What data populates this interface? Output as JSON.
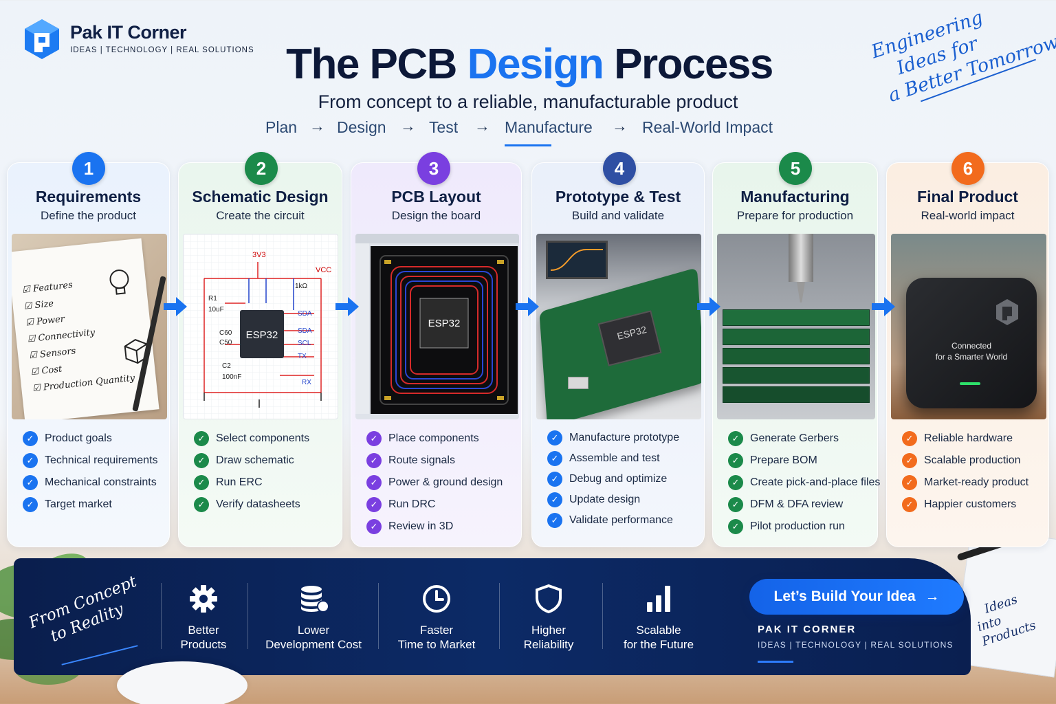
{
  "brand": {
    "name": "Pak IT Corner",
    "tagline": "IDEAS | TECHNOLOGY | REAL SOLUTIONS",
    "logo_icon": "pak-it-corner-logo-icon"
  },
  "header": {
    "title_pre": "The PCB ",
    "title_highlight": "Design",
    "title_post": " Process",
    "subtitle": "From concept to a reliable, manufacturable product",
    "flow": [
      "Plan",
      "Design",
      "Test",
      "Manufacture",
      "Real-World Impact"
    ],
    "flow_arrow": "→",
    "active_flow": "Manufacture"
  },
  "slogan": [
    "Engineering",
    "Ideas for",
    "a Better Tomorrow"
  ],
  "colors": {
    "accent": "#1a73f0",
    "step1": "#1a73f0",
    "step2": "#1b8a4a",
    "step3": "#7a3fe0",
    "step4": "#2f4fa3",
    "step5": "#1b8a4a",
    "step6": "#f26b1d",
    "band": "#0b2560"
  },
  "steps": [
    {
      "number": "1",
      "title": "Requirements",
      "subtitle": "Define the product",
      "image": {
        "checklist": [
          "Features",
          "Size",
          "Power",
          "Connectivity",
          "Sensors",
          "Cost",
          "Production Quantity"
        ]
      },
      "items": [
        "Product goals",
        "Technical requirements",
        "Mechanical constraints",
        "Target market"
      ]
    },
    {
      "number": "2",
      "title": "Schematic Design",
      "subtitle": "Create the circuit",
      "image": {
        "chip": "ESP32",
        "labels": [
          "3V3",
          "VCC",
          "R1",
          "10uF",
          "C2",
          "100nF",
          "SDA",
          "SDA",
          "SCL",
          "TX",
          "RX",
          "1kΩ",
          "C60",
          "C50"
        ]
      },
      "items": [
        "Select components",
        "Draw schematic",
        "Run ERC",
        "Verify datasheets"
      ]
    },
    {
      "number": "3",
      "title": "PCB Layout",
      "subtitle": "Design the board",
      "image": {
        "chip": "ESP32"
      },
      "items": [
        "Place components",
        "Route signals",
        "Power & ground design",
        "Run DRC",
        "Review in 3D"
      ]
    },
    {
      "number": "4",
      "title": "Prototype & Test",
      "subtitle": "Build and validate",
      "image": {
        "chip": "ESP32"
      },
      "items": [
        "Manufacture prototype",
        "Assemble and test",
        "Debug and optimize",
        "Update design",
        "Validate performance"
      ]
    },
    {
      "number": "5",
      "title": "Manufacturing",
      "subtitle": "Prepare for production",
      "image": {},
      "items": [
        "Generate Gerbers",
        "Prepare BOM",
        "Create pick-and-place files",
        "DFM & DFA review",
        "Pilot production run"
      ]
    },
    {
      "number": "6",
      "title": "Final Product",
      "subtitle": "Real-world impact",
      "image": {
        "device_text": [
          "Connected",
          "for a Smarter World"
        ]
      },
      "items": [
        "Reliable hardware",
        "Scalable production",
        "Market-ready product",
        "Happier customers"
      ]
    }
  ],
  "band": {
    "concept": [
      "From Concept",
      "to Reality"
    ],
    "benefits": [
      {
        "icon": "gear-icon",
        "lines": [
          "Better",
          "Products"
        ]
      },
      {
        "icon": "coin-stack-icon",
        "lines": [
          "Lower",
          "Development Cost"
        ]
      },
      {
        "icon": "clock-icon",
        "lines": [
          "Faster",
          "Time to Market"
        ]
      },
      {
        "icon": "shield-icon",
        "lines": [
          "Higher",
          "Reliability"
        ]
      },
      {
        "icon": "bar-chart-icon",
        "lines": [
          "Scalable",
          "for the Future"
        ]
      }
    ],
    "cta": "Let’s Build Your Idea",
    "cta_arrow": "→",
    "brand_name": "PAK IT CORNER",
    "brand_tag": "IDEAS | TECHNOLOGY | REAL SOLUTIONS"
  },
  "side_note": [
    "Ideas",
    "into Products"
  ]
}
